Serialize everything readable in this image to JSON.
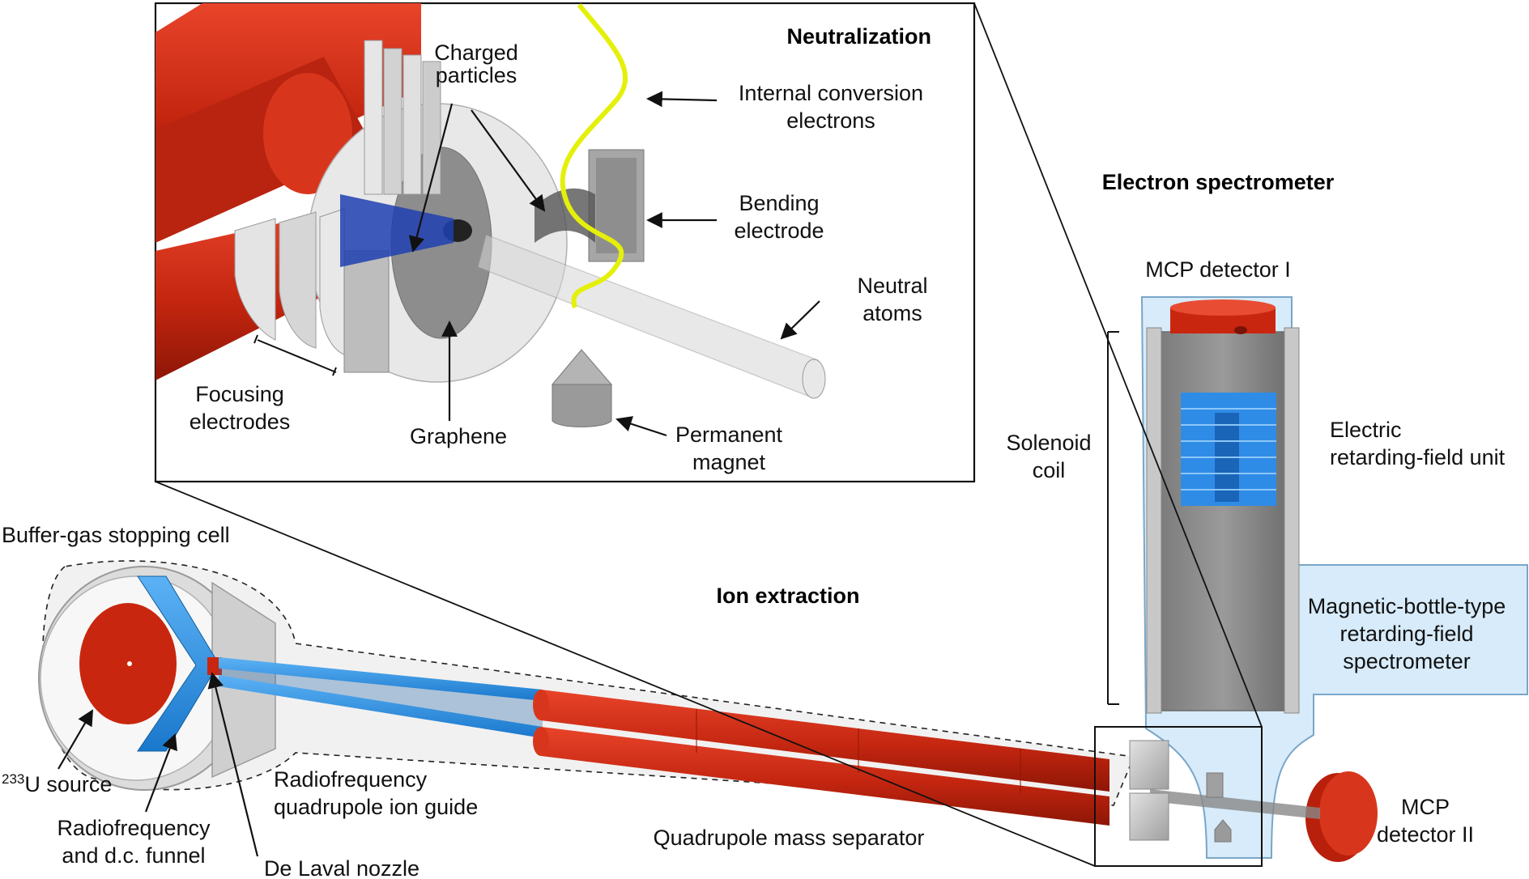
{
  "headings": {
    "neutralization": "Neutralization",
    "electron_spectrometer": "Electron spectrometer",
    "ion_extraction": "Ion extraction"
  },
  "inset_labels": {
    "charged_particles": [
      "Charged",
      "particles"
    ],
    "internal_conversion_electrons": [
      "Internal conversion",
      "electrons"
    ],
    "bending_electrode": [
      "Bending",
      "electrode"
    ],
    "neutral_atoms": [
      "Neutral",
      "atoms"
    ],
    "focusing_electrodes": [
      "Focusing",
      "electrodes"
    ],
    "graphene": "Graphene",
    "permanent_magnet": [
      "Permanent",
      "magnet"
    ]
  },
  "spectrometer_labels": {
    "mcp_detector_1": "MCP detector I",
    "solenoid_coil": [
      "Solenoid",
      "coil"
    ],
    "electric_retarding_field_unit": [
      "Electric",
      "retarding-field unit"
    ],
    "magnetic_bottle_spectrometer": [
      "Magnetic-bottle-type",
      "retarding-field",
      "spectrometer"
    ],
    "mcp_detector_2": [
      "MCP",
      "detector II"
    ]
  },
  "extraction_labels": {
    "buffer_gas_stopping_cell": "Buffer-gas stopping cell",
    "source_isotope": "233",
    "source_text": "U source",
    "rf_dc_funnel": [
      "Radiofrequency",
      "and d.c. funnel"
    ],
    "de_laval_nozzle": "De Laval nozzle",
    "rf_quadrupole_ion_guide": [
      "Radiofrequency",
      "quadrupole ion guide"
    ],
    "quadrupole_mass_separator": "Quadrupole mass separator"
  },
  "colors": {
    "rod_red": "#c9260f",
    "guide_blue": "#1f88e0",
    "spectrometer_tint": "#d7ebfa",
    "metal_grey": "#a8a8a8"
  }
}
